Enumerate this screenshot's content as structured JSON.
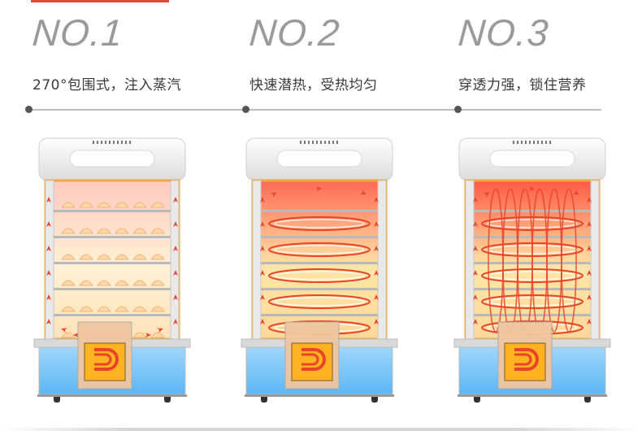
{
  "steps": [
    {
      "number": "NO.1",
      "caption": "270°包围式，注入蒸汽",
      "mode": "wrap-around"
    },
    {
      "number": "NO.2",
      "caption": "快速潜热，受热均匀",
      "mode": "horizontal-loops"
    },
    {
      "number": "NO.3",
      "caption": "穿透力强，锁住营养",
      "mode": "horizontal-and-vertical-loops"
    }
  ],
  "colors": {
    "accent": "#e24a3b",
    "steam_hot": "#ff6a55",
    "steam_warm": "#ffe6a8",
    "frame_orange": "#f3a63a",
    "water_blue": "#5bb6f5",
    "heater_orange": "#ffb320",
    "arrow_red": "#e8442a"
  },
  "icons": [
    "steam-arrow-icon",
    "heating-coil-icon",
    "air-vent-icon"
  ]
}
